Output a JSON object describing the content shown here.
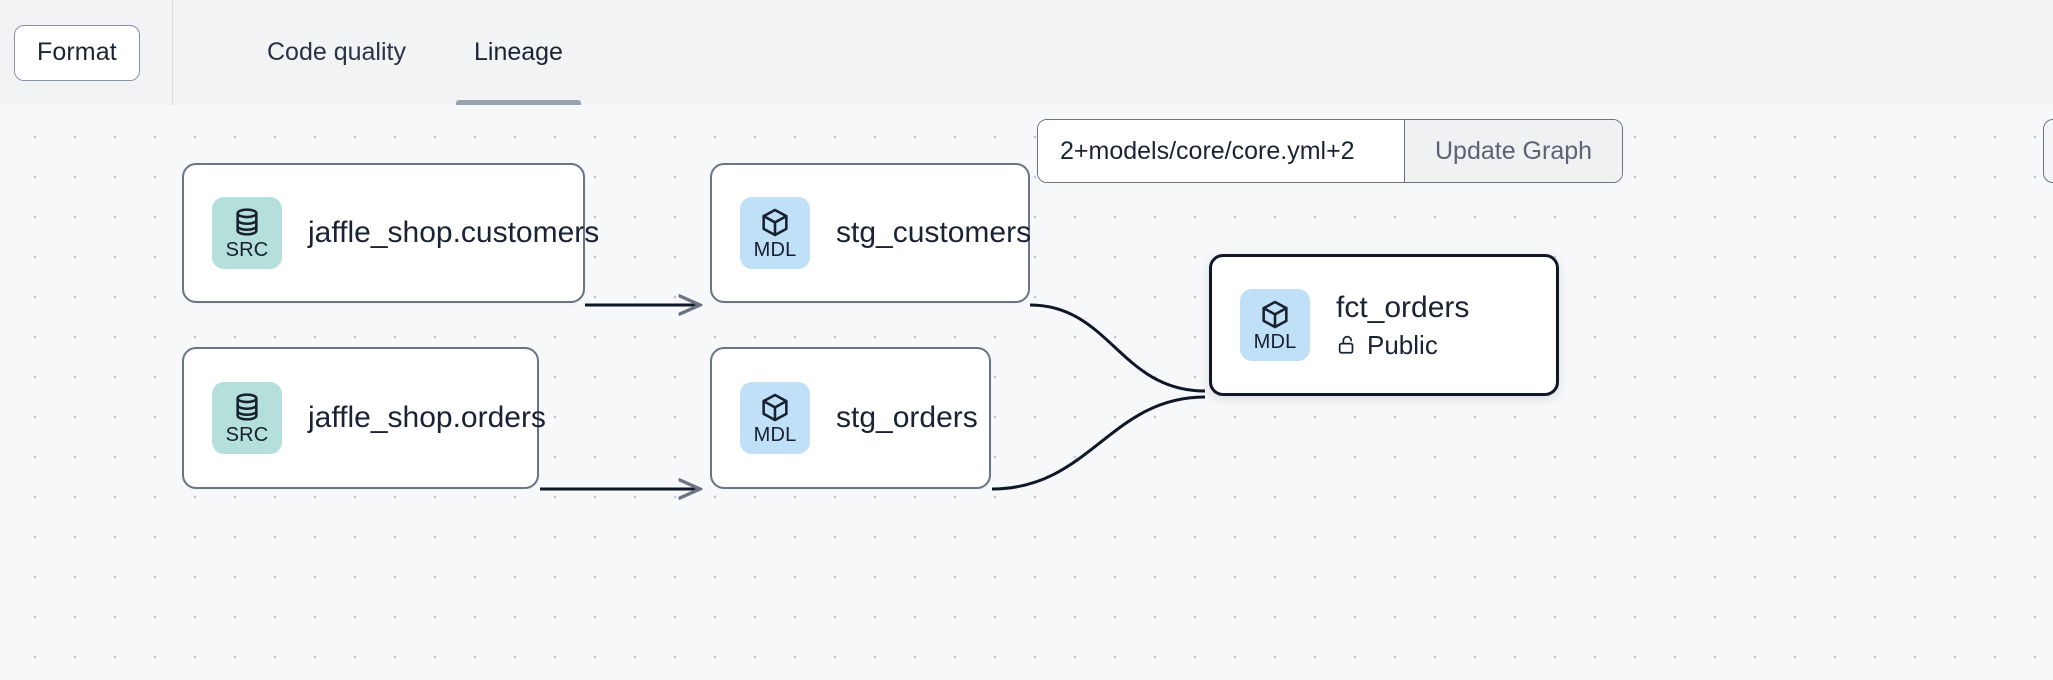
{
  "header": {
    "format_button": "Format",
    "tabs": [
      {
        "label": "Code quality",
        "active": false
      },
      {
        "label": "Lineage",
        "active": true
      }
    ]
  },
  "graph_toolbar": {
    "selector_value": "2+models/core/core.yml+2",
    "selector_placeholder": "2+models/core/core.yml+2",
    "update_button": "Update Graph"
  },
  "lineage": {
    "nodes": [
      {
        "id": "jaffle_shop_customers",
        "badge_type": "SRC",
        "badge_icon": "database-icon",
        "title": "jaffle_shop.customers",
        "subtitle": null,
        "subtitle_icon": null,
        "selected": false
      },
      {
        "id": "jaffle_shop_orders",
        "badge_type": "SRC",
        "badge_icon": "database-icon",
        "title": "jaffle_shop.orders",
        "subtitle": null,
        "subtitle_icon": null,
        "selected": false
      },
      {
        "id": "stg_customers",
        "badge_type": "MDL",
        "badge_icon": "cube-icon",
        "title": "stg_customers",
        "subtitle": null,
        "subtitle_icon": null,
        "selected": false
      },
      {
        "id": "stg_orders",
        "badge_type": "MDL",
        "badge_icon": "cube-icon",
        "title": "stg_orders",
        "subtitle": null,
        "subtitle_icon": null,
        "selected": false
      },
      {
        "id": "fct_orders",
        "badge_type": "MDL",
        "badge_icon": "cube-icon",
        "title": "fct_orders",
        "subtitle": "Public",
        "subtitle_icon": "unlock-icon",
        "selected": true
      }
    ],
    "edges": [
      {
        "from": "jaffle_shop_customers",
        "to": "stg_customers"
      },
      {
        "from": "jaffle_shop_orders",
        "to": "stg_orders"
      },
      {
        "from": "stg_customers",
        "to": "fct_orders"
      },
      {
        "from": "stg_orders",
        "to": "fct_orders"
      }
    ]
  },
  "colors": {
    "src_badge": "#b5dfdb",
    "mdl_badge": "#bfe0f7",
    "node_border": "#6b7384",
    "selected_border": "#101828",
    "canvas_bg": "#f7f8fa",
    "header_bg": "#f2f3f5",
    "tab_underline": "#9aa2b1",
    "edge": "#101828"
  }
}
